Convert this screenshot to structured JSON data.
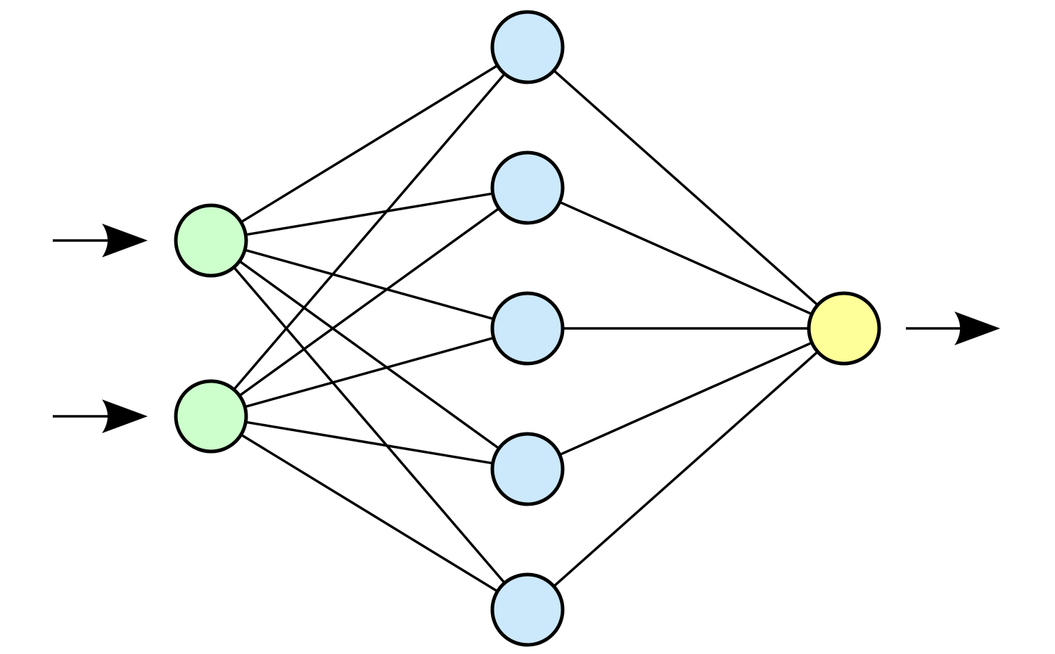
{
  "colors": {
    "background": "#ffffff",
    "stroke": "#000000",
    "input_fill": "#ccffcc",
    "hidden_fill": "#cce8fb",
    "output_fill": "#ffff99"
  },
  "layers": [
    {
      "name": "input",
      "node_count": 2,
      "color_key": "input_fill"
    },
    {
      "name": "hidden",
      "node_count": 5,
      "color_key": "hidden_fill"
    },
    {
      "name": "output",
      "node_count": 1,
      "color_key": "output_fill"
    }
  ],
  "connectivity": "fully-connected",
  "input_arrows": 2,
  "output_arrows": 1,
  "icons": {
    "input_arrow": "arrow-right-icon",
    "output_arrow": "arrow-right-icon"
  }
}
